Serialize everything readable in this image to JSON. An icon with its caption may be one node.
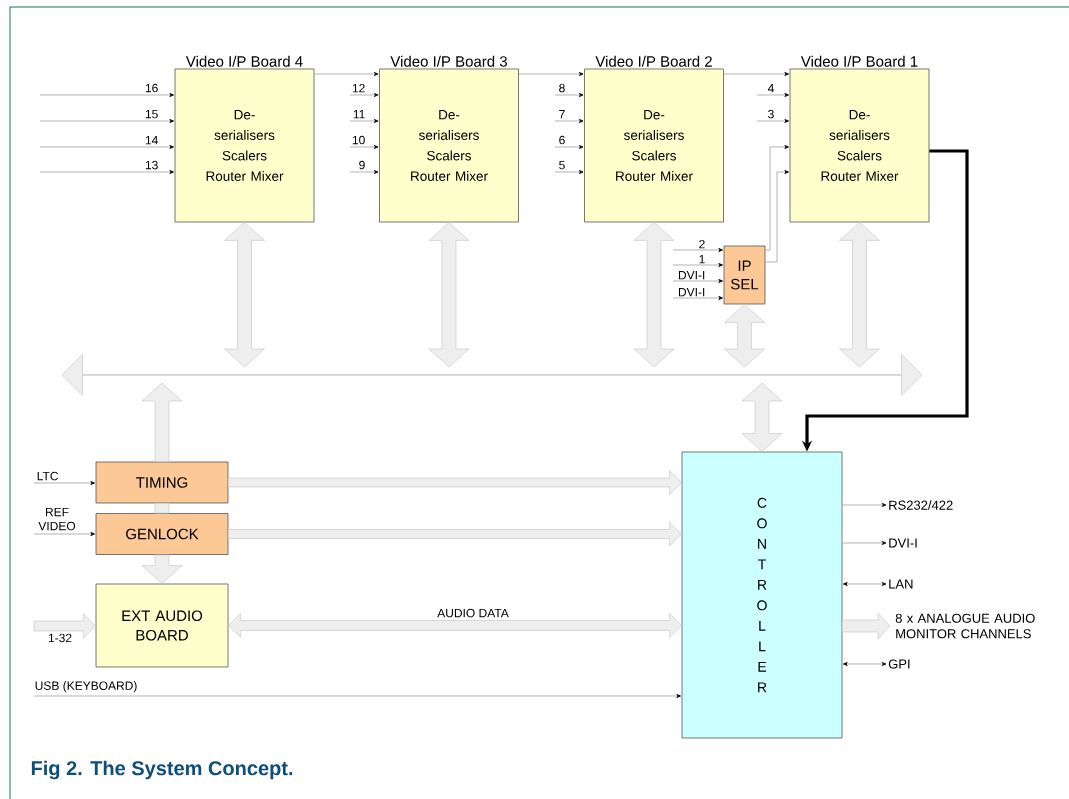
{
  "diagram": {
    "caption": "Fig 2. The System Concept.",
    "nodes": [
      {
        "text": [
          "Video I/P Board 4",
          "De-serialisers Scalers Router Mixer"
        ]
      },
      {
        "text": [
          "Video I/P Board 3",
          "De-serialisers Scalers Router Mixer"
        ]
      },
      {
        "text": [
          "Video I/P Board 2",
          "De-serialisers Scalers Router Mixer"
        ]
      },
      {
        "text": [
          "Video I/P Board 1",
          "De-serialisers Scalers Router Mixer"
        ]
      },
      {
        "text": [
          "IP SEL"
        ]
      },
      {
        "text": [],
        "shape": "bar"
      },
      {
        "text": [
          "TIMING"
        ]
      },
      {
        "text": [
          "GENLOCK"
        ]
      },
      {
        "text": [
          "EXT AUDIO BOARD"
        ]
      },
      {
        "text": [
          "CONTROLLER"
        ]
      },
      {
        "text": [
          "RS232/422"
        ]
      },
      {
        "text": [
          "DVI-I"
        ]
      },
      {
        "text": [
          "LAN"
        ]
      },
      {
        "text": [
          "8 x ANALOGUE AUDIO MONITOR CHANNELS"
        ]
      },
      {
        "text": [
          "GPI"
        ]
      }
    ],
    "edges": [
      {
        "from": null,
        "to": 0,
        "arrow": "to",
        "label": "16"
      },
      {
        "from": null,
        "to": 0,
        "arrow": "to",
        "label": "15"
      },
      {
        "from": null,
        "to": 0,
        "arrow": "to",
        "label": "14"
      },
      {
        "from": null,
        "to": 0,
        "arrow": "to",
        "label": "13"
      },
      {
        "from": 0,
        "to": 1,
        "arrow": "to"
      },
      {
        "from": null,
        "to": 1,
        "arrow": "to",
        "label": "12"
      },
      {
        "from": null,
        "to": 1,
        "arrow": "to",
        "label": "11"
      },
      {
        "from": null,
        "to": 1,
        "arrow": "to",
        "label": "10"
      },
      {
        "from": null,
        "to": 1,
        "arrow": "to",
        "label": "9"
      },
      {
        "from": 1,
        "to": 2,
        "arrow": "to"
      },
      {
        "from": null,
        "to": 2,
        "arrow": "to",
        "label": "8"
      },
      {
        "from": null,
        "to": 2,
        "arrow": "to",
        "label": "7"
      },
      {
        "from": null,
        "to": 2,
        "arrow": "to",
        "label": "6"
      },
      {
        "from": null,
        "to": 2,
        "arrow": "to",
        "label": "5"
      },
      {
        "from": 2,
        "to": 3,
        "arrow": "to"
      },
      {
        "from": null,
        "to": 3,
        "arrow": "to",
        "label": "4"
      },
      {
        "from": null,
        "to": 3,
        "arrow": "to",
        "label": "3"
      },
      {
        "from": 4,
        "to": 3,
        "arrow": "to"
      },
      {
        "from": 4,
        "to": 3,
        "arrow": "to"
      },
      {
        "from": null,
        "to": 4,
        "arrow": "to",
        "label": "2"
      },
      {
        "from": null,
        "to": 4,
        "arrow": "to",
        "label": "1"
      },
      {
        "from": null,
        "to": 4,
        "arrow": "to",
        "label": "DVI-I"
      },
      {
        "from": null,
        "to": 4,
        "arrow": "to",
        "label": "DVI-I"
      },
      {
        "from": 3,
        "to": 9,
        "arrow": "to",
        "style": "thick",
        "color": "#000000"
      },
      {
        "from": 0,
        "to": 5,
        "arrow": "both",
        "style": "thick"
      },
      {
        "from": 1,
        "to": 5,
        "arrow": "both",
        "style": "thick"
      },
      {
        "from": 2,
        "to": 5,
        "arrow": "both",
        "style": "thick"
      },
      {
        "from": 3,
        "to": 5,
        "arrow": "both",
        "style": "thick"
      },
      {
        "from": 4,
        "to": 5,
        "arrow": "both",
        "style": "thick"
      },
      {
        "from": 5,
        "to": 9,
        "arrow": "both",
        "style": "thick"
      },
      {
        "from": 6,
        "to": 5,
        "arrow": "to",
        "style": "thick"
      },
      {
        "from": 6,
        "to": 7,
        "arrow": "none",
        "style": "thick"
      },
      {
        "from": 7,
        "to": 8,
        "arrow": "to",
        "style": "thick"
      },
      {
        "from": null,
        "to": 6,
        "arrow": "to",
        "label": "LTC"
      },
      {
        "from": null,
        "to": 7,
        "arrow": "to",
        "label": "REF VIDEO"
      },
      {
        "from": null,
        "to": 8,
        "arrow": "to",
        "label": "1-32",
        "style": "thick"
      },
      {
        "from": 6,
        "to": 9,
        "arrow": "to",
        "style": "thick"
      },
      {
        "from": 7,
        "to": 9,
        "arrow": "to",
        "style": "thick"
      },
      {
        "from": 8,
        "to": 9,
        "arrow": "both",
        "label": "AUDIO DATA",
        "style": "thick"
      },
      {
        "from": null,
        "to": 9,
        "arrow": "to",
        "label": "USB (KEYBOARD)"
      },
      {
        "from": 9,
        "to": 10,
        "arrow": "to"
      },
      {
        "from": 9,
        "to": 11,
        "arrow": "to"
      },
      {
        "from": 9,
        "to": 12,
        "arrow": "both"
      },
      {
        "from": 9,
        "to": 13,
        "arrow": "to",
        "style": "thick"
      },
      {
        "from": 9,
        "to": 14,
        "arrow": "both"
      }
    ]
  }
}
